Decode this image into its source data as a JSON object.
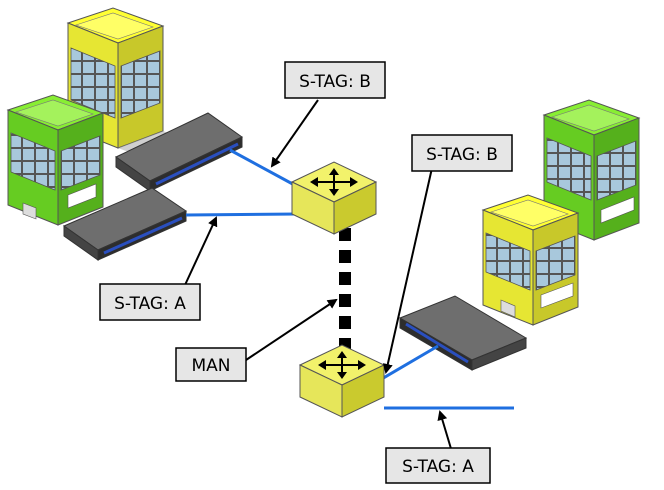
{
  "labels": {
    "stag_b_left": "S-TAG: B",
    "stag_b_right": "S-TAG: B",
    "stag_a_left": "S-TAG: A",
    "stag_a_right": "S-TAG: A",
    "man": "MAN"
  },
  "colors": {
    "link": "#1f6fe0",
    "man_link": "#000000",
    "switch_top": "#f2f26b",
    "switch_side": "#caca2e",
    "switch_front": "#e6e65a",
    "building_yellow_roof": "#ffff33",
    "building_green_roof": "#88ee33",
    "building_green_base": "#66cc22",
    "building_yellow_base": "#e6e633",
    "window_blue": "#a8c8dc",
    "server_top": "#6e6e6e",
    "server_front": "#2d2d2d",
    "server_accent": "#2a4fbf",
    "label_bg": "#e6e6e6"
  },
  "icons": {
    "router": "switch-router-icon",
    "server": "rack-server-icon",
    "building": "office-building-icon"
  }
}
